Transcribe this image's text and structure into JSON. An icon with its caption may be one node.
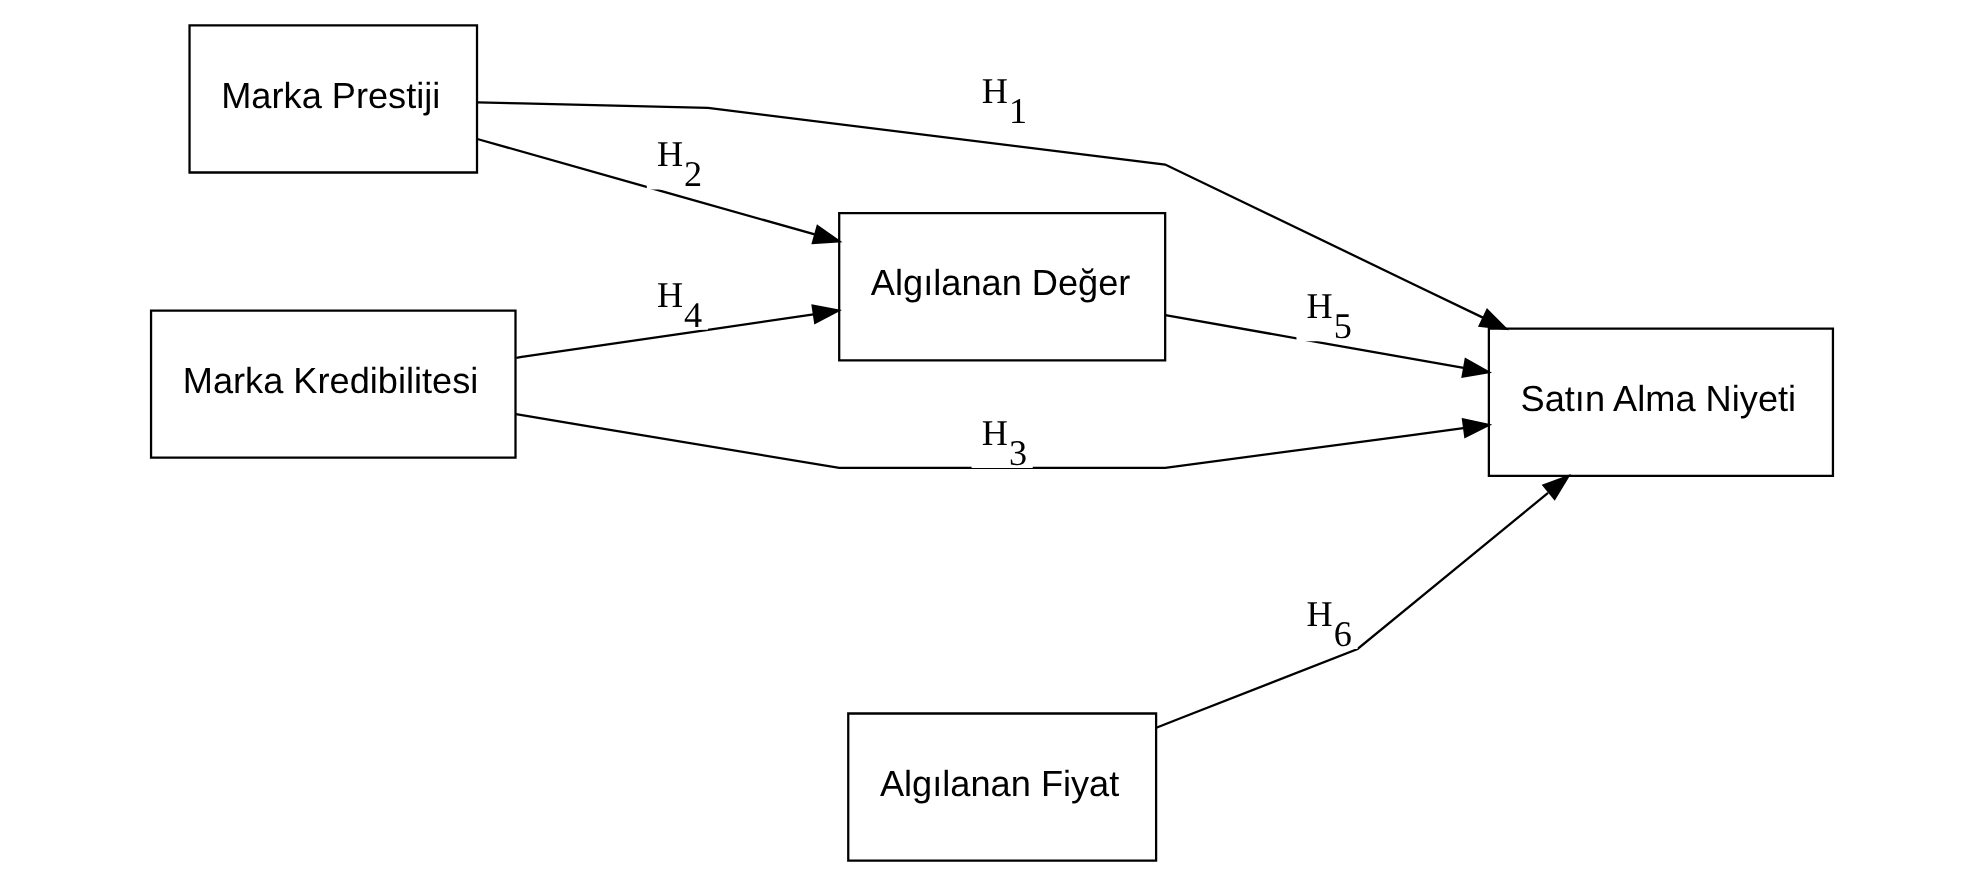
{
  "diagram": {
    "nodes": [
      {
        "text": [
          "Marka Prestiji"
        ]
      },
      {
        "text": [
          "Marka Kredibilitesi"
        ]
      },
      {
        "text": [
          "Algılanan Değer"
        ]
      },
      {
        "text": [
          "Algılanan Fiyat"
        ]
      },
      {
        "text": [
          "Satın Alma Niyeti"
        ]
      }
    ],
    "edges": [
      {
        "from": 0,
        "to": 4,
        "arrow": "to",
        "label": "H$_{1}$"
      },
      {
        "from": 0,
        "to": 2,
        "arrow": "to",
        "label": "H$_{2}$"
      },
      {
        "from": 1,
        "to": 4,
        "arrow": "to",
        "label": "H$_{3}$"
      },
      {
        "from": 1,
        "to": 2,
        "arrow": "to",
        "label": "H$_{4}$"
      },
      {
        "from": 2,
        "to": 4,
        "arrow": "to",
        "label": "H$_{5}$"
      },
      {
        "from": 3,
        "to": 4,
        "arrow": "to",
        "label": "H$_{6}$"
      }
    ]
  }
}
